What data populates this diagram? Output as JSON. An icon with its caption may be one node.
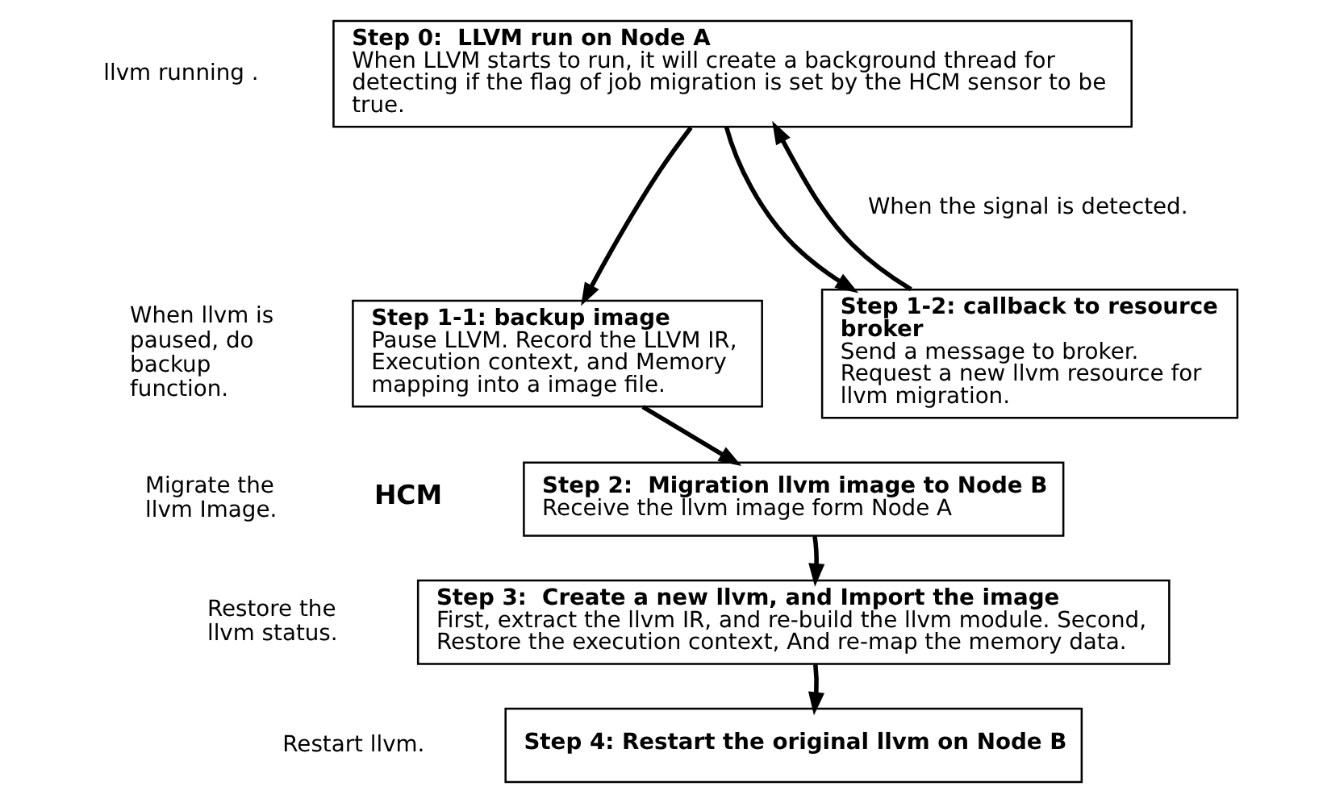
{
  "diagram": {
    "nodes": [
      {
        "text": [
          "Step 0:  LLVM run on Node A",
          "When LLVM starts to run, it will create a background thread for detecting if the flag of job migration is set by the HCM sensor to be true."
        ]
      },
      {
        "text": [
          "Step 1-1: backup image",
          "Pause LLVM. Record the LLVM IR, Execution context, and Memory mapping into a image file."
        ]
      },
      {
        "text": [
          "Step 1-2: callback to resource broker",
          "Send a message to broker. Request a new llvm resource for llvm migration."
        ]
      },
      {
        "text": [
          "Step 2:  Migration llvm image to Node B",
          "Receive the llvm image form Node A"
        ]
      },
      {
        "text": [
          "Step 3:  Create a new llvm, and Import the image",
          "First, extract the llvm IR, and re-build the llvm module. Second, Restore the execution context, And re-map the memory data."
        ]
      },
      {
        "text": [
          "Step 4: Restart the original llvm on Node B"
        ]
      }
    ],
    "edges": [
      {
        "from": 0,
        "to": 1,
        "arrow": "to"
      },
      {
        "from": 0,
        "to": 2,
        "arrow": "to"
      },
      {
        "from": 2,
        "to": 0,
        "arrow": "to"
      },
      {
        "from": 1,
        "to": 3,
        "arrow": "to"
      },
      {
        "from": 3,
        "to": 4,
        "arrow": "to"
      },
      {
        "from": 4,
        "to": 5,
        "arrow": "to"
      }
    ],
    "labels": [
      "llvm running .",
      "When the signal is detected.",
      "When llvm is paused, do backup function.",
      "HCM",
      "Migrate the llvm Image.",
      "Restore the llvm status.",
      "Restart llvm."
    ]
  }
}
